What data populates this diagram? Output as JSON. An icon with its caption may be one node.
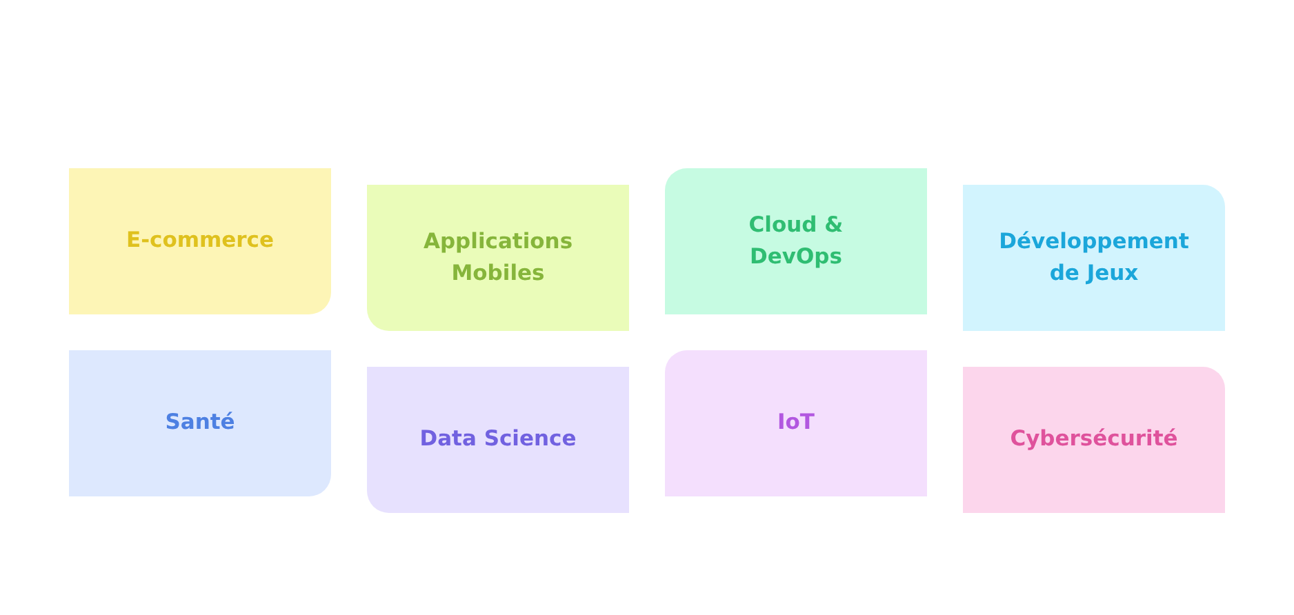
{
  "diagram": {
    "nodes": [
      {
        "text": [
          "E-commerce"
        ]
      },
      {
        "text": [
          "Applications Mobiles"
        ]
      },
      {
        "text": [
          "Cloud & DevOps"
        ]
      },
      {
        "text": [
          "Développement de Jeux"
        ]
      },
      {
        "text": [
          "Santé"
        ]
      },
      {
        "text": [
          "Data Science"
        ]
      },
      {
        "text": [
          "IoT"
        ]
      },
      {
        "text": [
          "Cybersécurité"
        ]
      }
    ]
  }
}
